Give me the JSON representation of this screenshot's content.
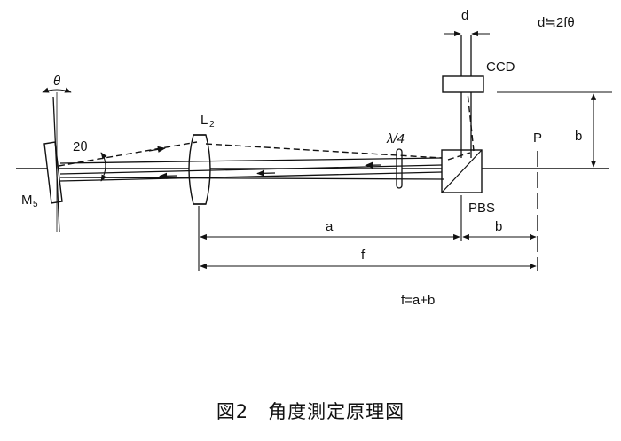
{
  "labels": {
    "theta": "θ",
    "two_theta": "2θ",
    "mirror": "M",
    "mirror_sub": "5",
    "lens": "L",
    "lens_sub": "2",
    "waveplate": "λ/4",
    "ccd": "CCD",
    "pbs": "PBS",
    "plane": "P",
    "d": "d",
    "b_right": "b",
    "a": "a",
    "b_bottom": "b",
    "f": "f",
    "d_formula": "d≒2fθ",
    "f_formula": "f=a+b"
  },
  "caption": "図2　角度測定原理図"
}
